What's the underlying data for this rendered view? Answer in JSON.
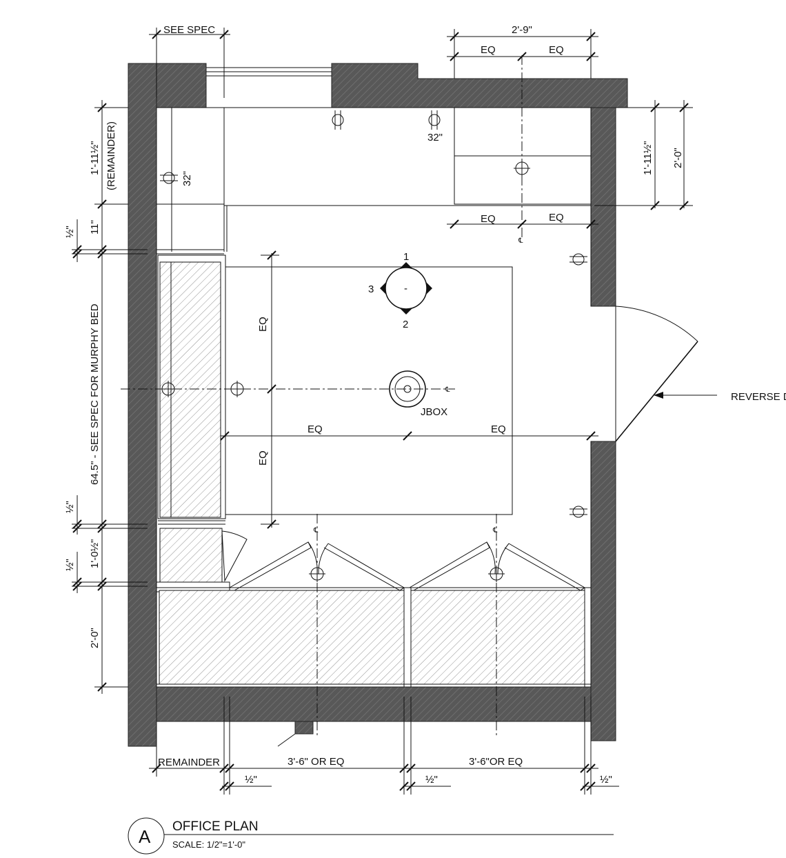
{
  "dimensions": {
    "see_spec": "SEE SPEC",
    "top_overall": "2'-9\"",
    "eq": "EQ",
    "left_remainder": "1'-11½\"",
    "left_remainder_note": "(REMAINDER)",
    "left_eleven": "11\"",
    "half_inch": "½\"",
    "murphy_bed": "64.5\" - SEE SPEC FOR MURPHY BED",
    "left_one_half": "1'-0½\"",
    "left_two_ft": "2'-0\"",
    "right_one_eleven": "1'-11½\"",
    "right_two_ft": "2'-0\"",
    "bottom_remainder": "REMAINDER",
    "bottom_desk_1": "3'-6\" OR EQ",
    "bottom_desk_2": "3'-6\"OR EQ",
    "outlet_height": "32\""
  },
  "labels": {
    "jbox": "JBOX",
    "cl_symbol": "℄",
    "door_note": "REVERSE D",
    "fixture_1": "1",
    "fixture_2": "2",
    "fixture_3": "3",
    "fixture_center": "-"
  },
  "title_block": {
    "letter": "A",
    "title": "OFFICE PLAN",
    "scale": "SCALE:  1/2\"=1'-0\""
  },
  "colors": {
    "wall_fill": "#585858",
    "line": "#111111"
  }
}
